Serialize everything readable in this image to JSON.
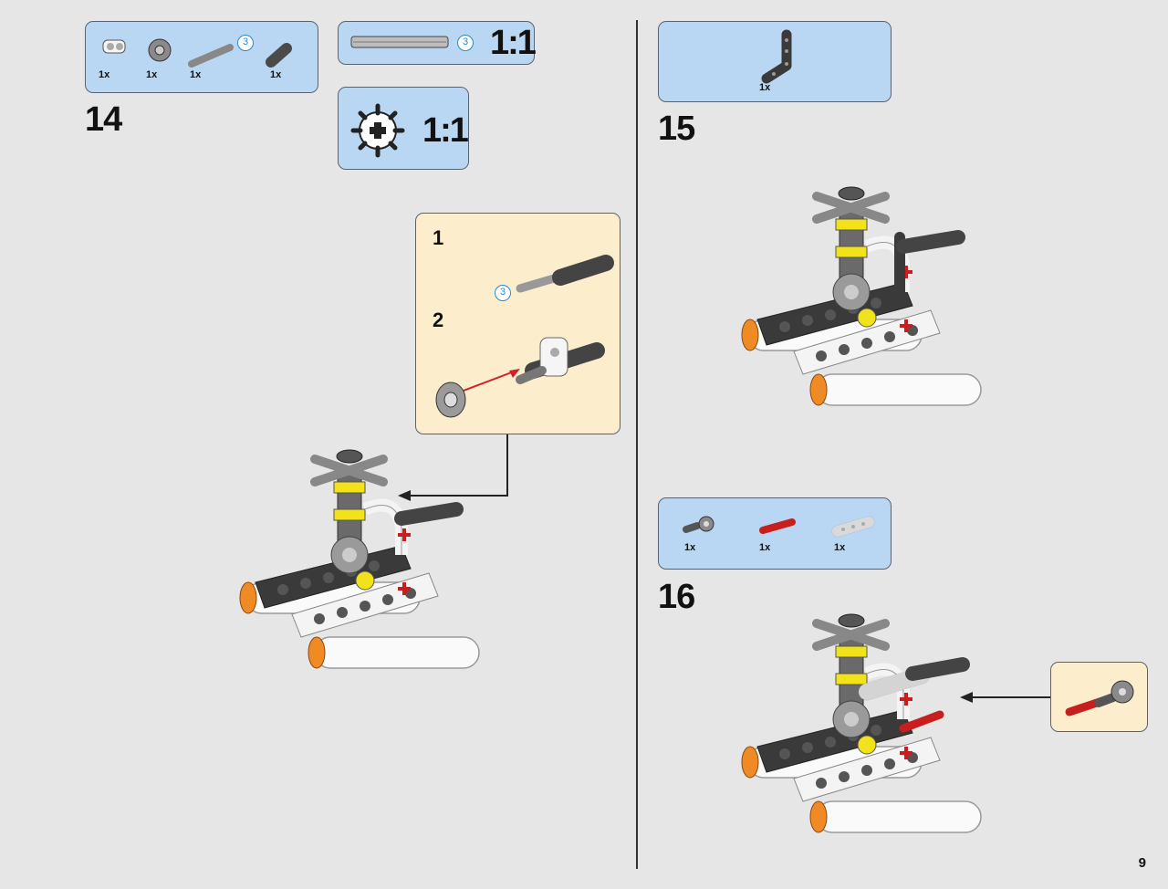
{
  "page_number": "9",
  "step14": {
    "number": "14",
    "parts": [
      {
        "icon": "white-axle-connector-icon",
        "qty": "1x"
      },
      {
        "icon": "gray-gear-icon",
        "qty": "1x"
      },
      {
        "icon": "gray-axle-3-icon",
        "qty": "1x",
        "badge": "3"
      },
      {
        "icon": "dark-gray-bushing-icon",
        "qty": "1x"
      }
    ],
    "axle_scale": {
      "badge": "3",
      "ratio": "1:1"
    },
    "gear_scale": {
      "ratio": "1:1"
    },
    "subassembly": {
      "step1": "1",
      "step1_badge": "3",
      "step2": "2"
    }
  },
  "step15": {
    "number": "15",
    "parts": [
      {
        "icon": "dark-gray-angled-beam-icon",
        "qty": "1x"
      }
    ]
  },
  "step16": {
    "number": "16",
    "parts": [
      {
        "icon": "gray-axle-pin-connector-icon",
        "qty": "1x"
      },
      {
        "icon": "red-axle-pin-icon",
        "qty": "1x"
      },
      {
        "icon": "white-beam-3-icon",
        "qty": "1x"
      }
    ]
  },
  "colors": {
    "panel_blue": "#b9d7f2",
    "panel_cream": "#fcedcc",
    "badge_blue": "#2a8bd0",
    "page_background": "#e6e6e6",
    "arrow_red": "#d0202a"
  }
}
